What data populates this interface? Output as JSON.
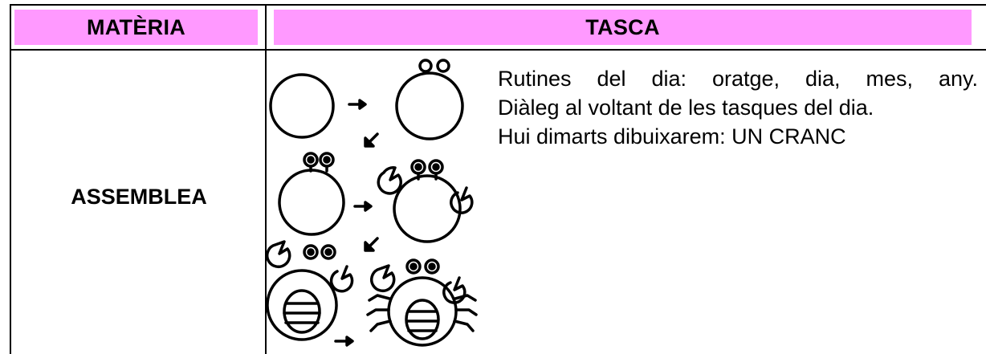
{
  "table": {
    "header": {
      "subject_label": "MATÈRIA",
      "task_label": "TASCA",
      "background": "#ff99ff"
    },
    "rows": [
      {
        "subject": "ASSEMBLEA",
        "task_lines": [
          "Rutines del dia: oratge, dia, mes, any.",
          "Diàleg al voltant de les tasques del dia.",
          "Hui dimarts dibuixarem: UN CRANC"
        ],
        "illustration": "crab-drawing-steps"
      }
    ]
  }
}
